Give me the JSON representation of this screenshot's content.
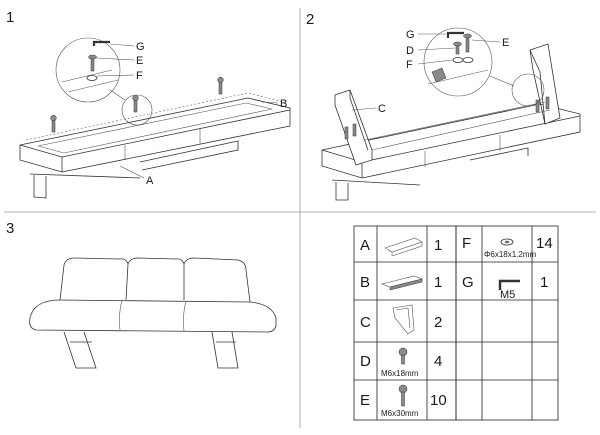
{
  "steps": [
    "1",
    "2",
    "3"
  ],
  "step1": {
    "callouts": [
      "G",
      "E",
      "F",
      "B",
      "A"
    ]
  },
  "step2": {
    "callouts": [
      "G",
      "D",
      "F",
      "E",
      "C"
    ]
  },
  "parts": [
    {
      "letter": "A",
      "qty": "1",
      "spec": ""
    },
    {
      "letter": "B",
      "qty": "1",
      "spec": ""
    },
    {
      "letter": "C",
      "qty": "2",
      "spec": ""
    },
    {
      "letter": "D",
      "qty": "4",
      "spec": "M6x18mm"
    },
    {
      "letter": "E",
      "qty": "10",
      "spec": "M6x30mm"
    },
    {
      "letter": "F",
      "qty": "14",
      "spec": "Φ6x18x1.2mm"
    },
    {
      "letter": "G",
      "qty": "1",
      "spec": "M5"
    }
  ]
}
